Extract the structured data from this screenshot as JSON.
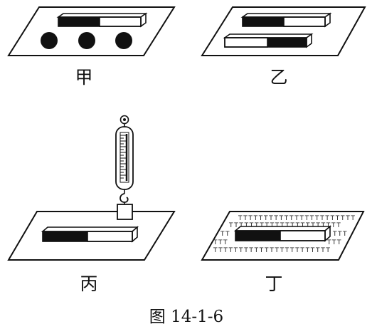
{
  "panels": {
    "jia": {
      "label": "甲"
    },
    "yi": {
      "label": "乙"
    },
    "bing": {
      "label": "丙"
    },
    "ding": {
      "label": "丁"
    }
  },
  "caption": "图 14-1-6",
  "colors": {
    "ink": "#111111",
    "paper": "#ffffff"
  },
  "icons": {
    "jia": [
      "bar-magnet-icon",
      "iron-ball-icon"
    ],
    "yi": [
      "bar-magnet-icon"
    ],
    "bing": [
      "spring-scale-icon",
      "iron-block-icon",
      "bar-magnet-icon"
    ],
    "ding": [
      "bar-magnet-icon",
      "iron-filings-icon"
    ]
  }
}
